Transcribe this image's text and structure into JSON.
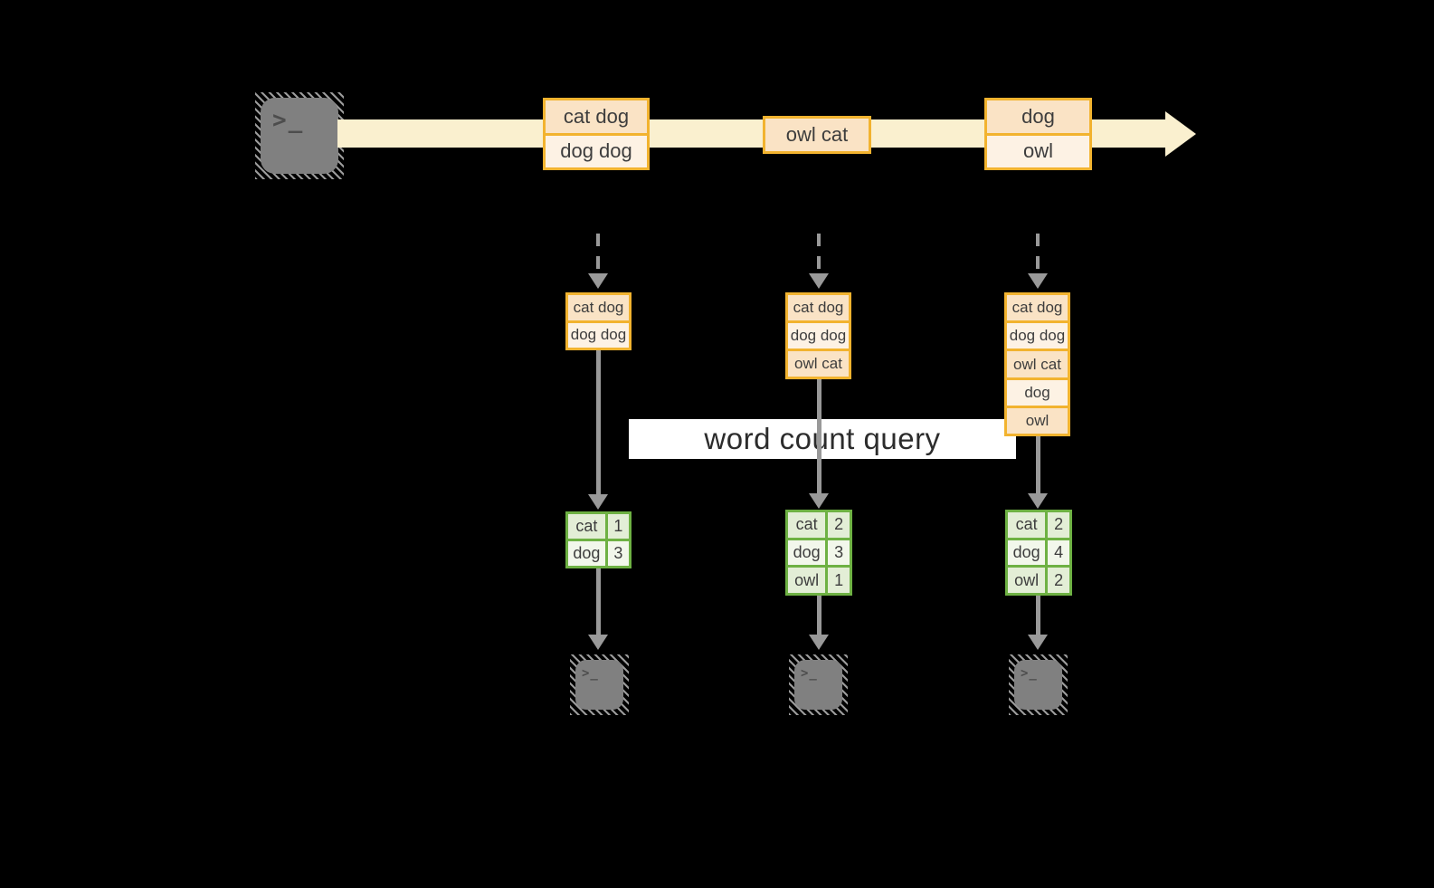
{
  "diagram": {
    "kind": "streaming word count pipeline",
    "background": "#000000"
  },
  "colors": {
    "stream_band": "#FAF0CF",
    "amber_border": "#F2B32F",
    "event_fill_dark": "#FAE3C5",
    "event_fill_light": "#FDF2E4",
    "green_border": "#6EB143",
    "green_cell_dark": "#E3EED6",
    "green_cell_light": "#F2F7EB",
    "arrow_gray": "#999999",
    "terminal_gray": "#808080",
    "text_dark": "#3d3d3d"
  },
  "source_terminal": {
    "icon": "terminal-icon",
    "glyph": ">_"
  },
  "stream": {
    "groups": [
      {
        "rows": [
          {
            "label": "cat dog"
          },
          {
            "label": "dog dog"
          }
        ]
      },
      {
        "rows": [
          {
            "label": "owl cat"
          }
        ]
      },
      {
        "rows": [
          {
            "label": "dog"
          },
          {
            "label": "owl"
          }
        ]
      }
    ]
  },
  "query": {
    "label": "word count query"
  },
  "columns": [
    {
      "buffer": [
        "cat dog",
        "dog dog"
      ],
      "counts": [
        [
          "cat",
          "1"
        ],
        [
          "dog",
          "3"
        ]
      ],
      "terminal_glyph": ">_"
    },
    {
      "buffer": [
        "cat dog",
        "dog dog",
        "owl cat"
      ],
      "counts": [
        [
          "cat",
          "2"
        ],
        [
          "dog",
          "3"
        ],
        [
          "owl",
          "1"
        ]
      ],
      "terminal_glyph": ">_"
    },
    {
      "buffer": [
        "cat dog",
        "dog dog",
        "owl cat",
        "dog",
        "owl"
      ],
      "counts": [
        [
          "cat",
          "2"
        ],
        [
          "dog",
          "4"
        ],
        [
          "owl",
          "2"
        ]
      ],
      "terminal_glyph": ">_"
    }
  ]
}
